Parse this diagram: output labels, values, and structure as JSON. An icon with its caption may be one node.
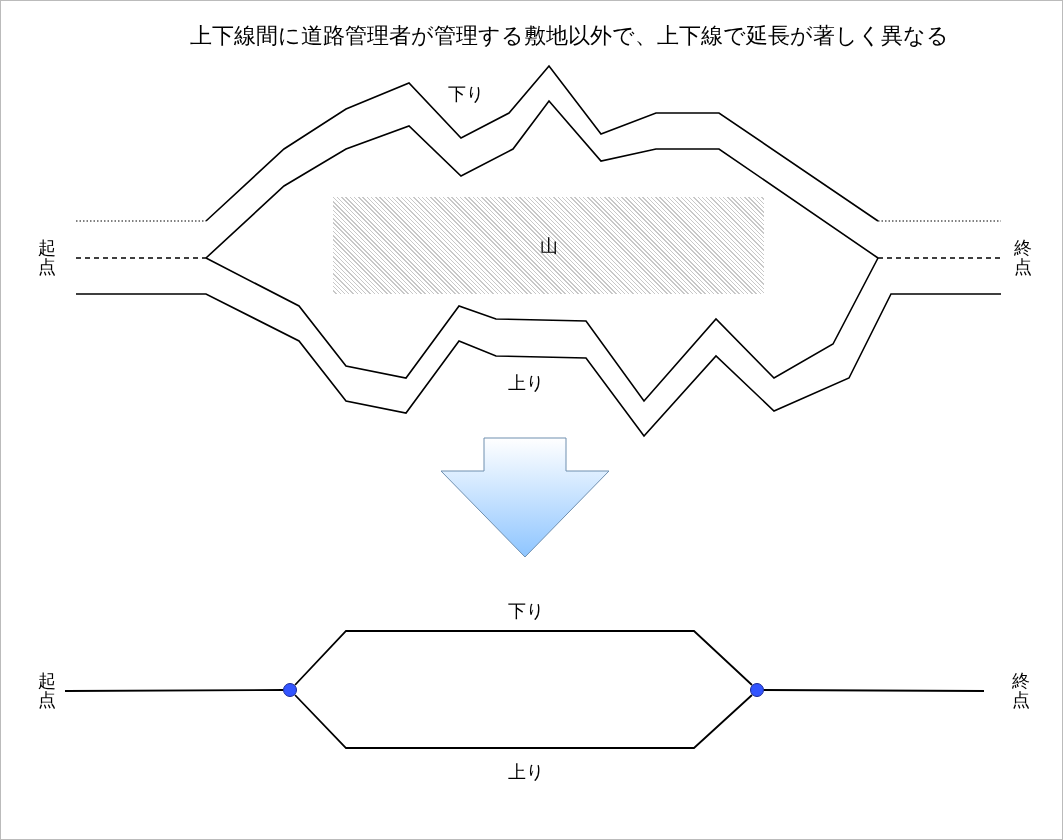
{
  "diagram": {
    "title": "上下線間に道路管理者が管理する敷地以外で、上下線で延長が著しく異なる",
    "nodes": [
      {
        "text": [
          "山"
        ]
      },
      {
        "text": [
          "起点"
        ]
      },
      {
        "text": [],
        "shape": "circle"
      },
      {
        "text": [],
        "shape": "circle"
      },
      {
        "text": [
          "終点"
        ]
      }
    ],
    "edges": [
      {
        "from": 1,
        "to": 2,
        "arrow": "none"
      },
      {
        "from": 2,
        "to": 3,
        "arrow": "none",
        "label": "下り"
      },
      {
        "from": 2,
        "to": 3,
        "arrow": "none",
        "label": "上り"
      },
      {
        "from": 3,
        "to": 4,
        "arrow": "none"
      }
    ],
    "labels": [
      "下り",
      "起点",
      "終点",
      "上り"
    ]
  }
}
